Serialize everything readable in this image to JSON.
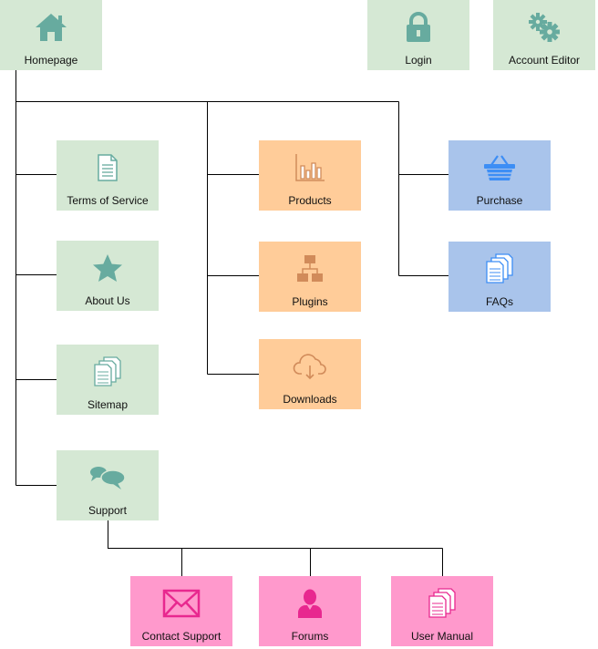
{
  "colors": {
    "green_box": "#d5e8d4",
    "orange_box": "#ffcc99",
    "blue_box": "#a9c4eb",
    "pink_box": "#ff99cc",
    "green_icon": "#67ab9f",
    "orange_icon": "#d18b5a",
    "blue_icon": "#3d8ef5",
    "pink_icon": "#e8288f",
    "connector": "#000000"
  },
  "nodes": {
    "homepage": {
      "label": "Homepage",
      "icon": "home-icon"
    },
    "login": {
      "label": "Login",
      "icon": "lock-icon"
    },
    "account_editor": {
      "label": "Account Editor",
      "icon": "gears-icon"
    },
    "terms": {
      "label": "Terms of Service",
      "icon": "document-icon"
    },
    "about": {
      "label": "About Us",
      "icon": "star-icon"
    },
    "sitemap": {
      "label": "Sitemap",
      "icon": "documents-icon"
    },
    "support": {
      "label": "Support",
      "icon": "chat-bubbles-icon"
    },
    "products": {
      "label": "Products",
      "icon": "bar-chart-icon"
    },
    "plugins": {
      "label": "Plugins",
      "icon": "hierarchy-icon"
    },
    "downloads": {
      "label": "Downloads",
      "icon": "cloud-download-icon"
    },
    "purchase": {
      "label": "Purchase",
      "icon": "basket-icon"
    },
    "faqs": {
      "label": "FAQs",
      "icon": "documents-icon"
    },
    "contact_support": {
      "label": "Contact Support",
      "icon": "envelope-icon"
    },
    "forums": {
      "label": "Forums",
      "icon": "user-icon"
    },
    "user_manual": {
      "label": "User Manual",
      "icon": "documents-icon"
    }
  }
}
